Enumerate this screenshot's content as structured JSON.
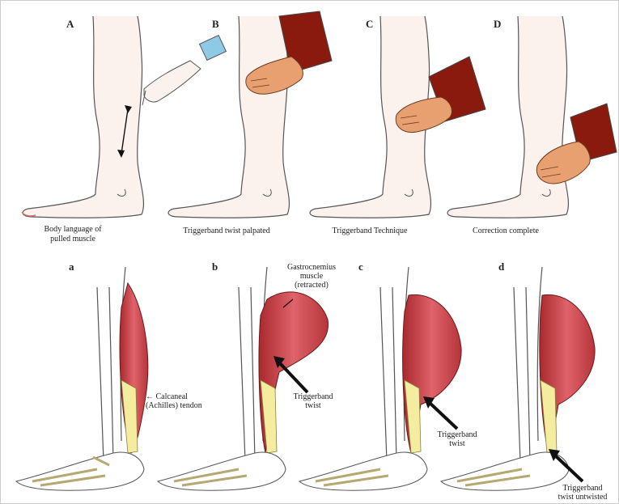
{
  "top_panels": [
    {
      "letter": "A",
      "caption_line1": "Body language of",
      "caption_line2": "pulled muscle"
    },
    {
      "letter": "B",
      "caption_line1": "Triggerband twist palpated",
      "caption_line2": ""
    },
    {
      "letter": "C",
      "caption_line1": "Triggerband Technique",
      "caption_line2": ""
    },
    {
      "letter": "D",
      "caption_line1": "Correction complete",
      "caption_line2": ""
    }
  ],
  "bottom_panels": [
    {
      "letter": "a"
    },
    {
      "letter": "b"
    },
    {
      "letter": "c"
    },
    {
      "letter": "d"
    }
  ],
  "annotations": {
    "tendon_arrow": "←",
    "tendon_line1": "Calcaneal",
    "tendon_line2": "(Achilles) tendon",
    "gastro_line1": "Gastrocnemius",
    "gastro_line2": "muscle",
    "gastro_line3": "(retracted)",
    "twist_b_line1": "Triggerband",
    "twist_b_line2": "twist",
    "twist_c_line1": "Triggerband",
    "twist_c_line2": "twist",
    "twist_d_line1": "Triggerband",
    "twist_d_line2": "twist untwisted"
  },
  "colors": {
    "skin_fill": "#fbf2ee",
    "skin_line": "#555555",
    "hand": "#e8a070",
    "hand_dark": "#c9784a",
    "sleeve": "#8b1a0e",
    "ice_pack": "#8ec9e6",
    "muscle": "#d9535a",
    "muscle_dark": "#a82a2e",
    "tendon": "#f4eda0",
    "bone": "#e8e2d0",
    "arrow": "#111111"
  }
}
